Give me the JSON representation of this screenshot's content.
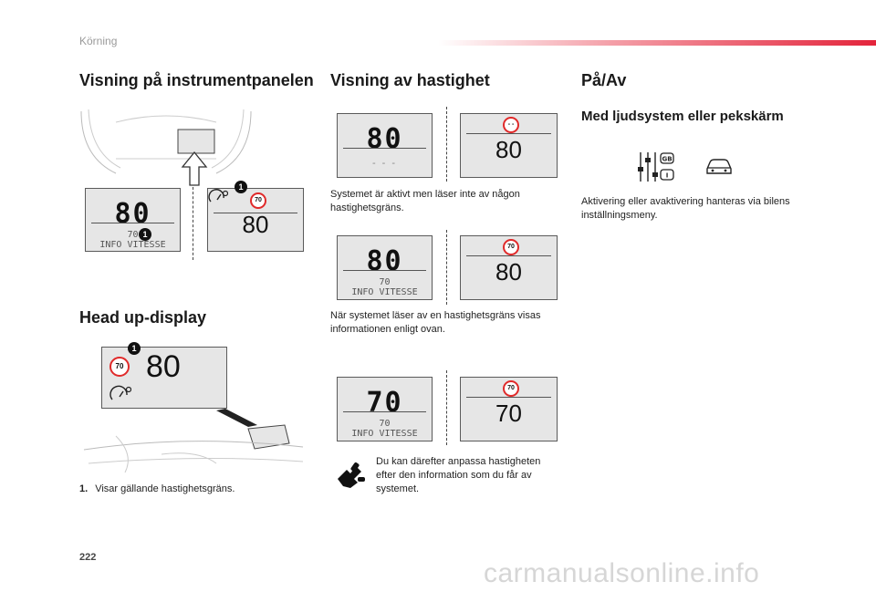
{
  "header": {
    "section": "Körning"
  },
  "col1": {
    "title": "Visning på instrumentpanelen",
    "panel_left": {
      "speed": "80",
      "limit": "70",
      "label": "INFO VITESSE"
    },
    "panel_right": {
      "sign": "70",
      "speed": "80",
      "callout": "1"
    },
    "callout_left": "1",
    "hud_title": "Head up-display",
    "hud": {
      "sign": "70",
      "speed": "80",
      "callout": "1"
    },
    "list": [
      {
        "num": "1.",
        "text": "Visar gällande hastighetsgräns."
      }
    ]
  },
  "col2": {
    "title": "Visning av hastighet",
    "row1": {
      "left_speed": "80",
      "left_dashes": "- - -",
      "right_sign": "- -",
      "right_speed": "80",
      "caption": "Systemet är aktivt men läser inte av någon hastighetsgräns."
    },
    "row2": {
      "left_speed": "80",
      "left_limit": "70",
      "left_label": "INFO VITESSE",
      "right_sign": "70",
      "right_speed": "80",
      "caption": "När systemet läser av en hastighetsgräns visas informationen enligt ovan."
    },
    "row3": {
      "left_speed": "70",
      "left_limit": "70",
      "left_label": "INFO VITESSE",
      "right_sign": "70",
      "right_speed": "70",
      "note": "Du kan därefter anpassa hastigheten efter den information som du får av systemet."
    }
  },
  "col3": {
    "title": "På/Av",
    "subtitle": "Med ljudsystem eller pekskärm",
    "icon_badge_top": "GB",
    "icon_badge_bottom": "I",
    "text": "Aktivering eller avaktivering hanteras via bilens inställningsmeny."
  },
  "footer": {
    "page_number": "222",
    "watermark": "carmanualsonline.info"
  }
}
